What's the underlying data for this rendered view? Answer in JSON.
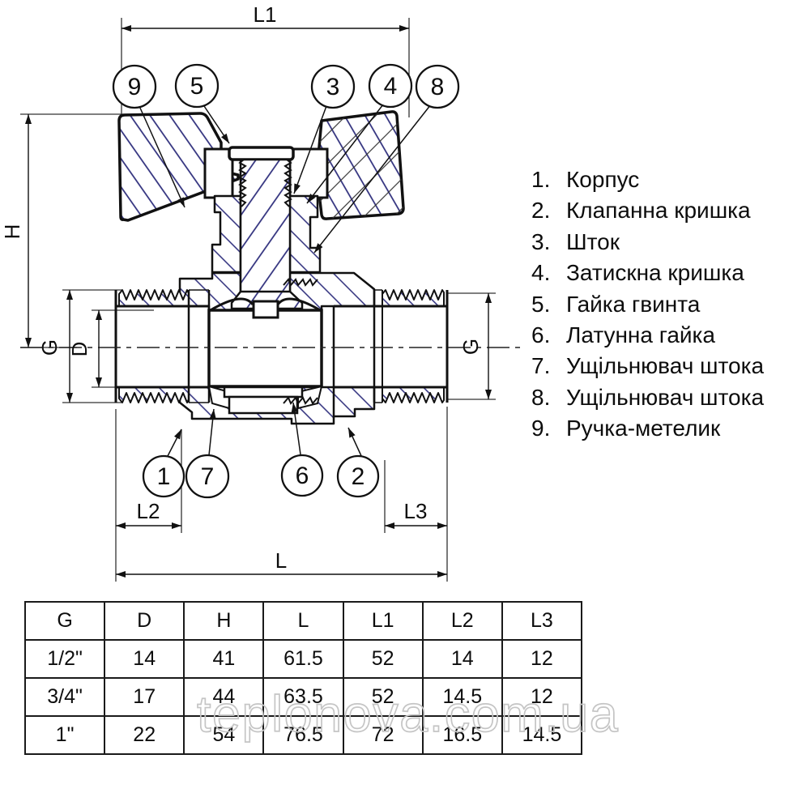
{
  "drawing": {
    "dims": {
      "l1": "L1",
      "h": "H",
      "g_left": "G",
      "d": "D",
      "g_right": "G",
      "l2": "L2",
      "l3": "L3",
      "l": "L"
    },
    "callouts": {
      "c9": "9",
      "c5": "5",
      "c3": "3",
      "c4": "4",
      "c8": "8",
      "c1": "1",
      "c7": "7",
      "c6": "6",
      "c2": "2"
    }
  },
  "legend": {
    "items": [
      {
        "num": "1.",
        "label": "Корпус"
      },
      {
        "num": "2.",
        "label": "Клапанна кришка"
      },
      {
        "num": "3.",
        "label": "Шток"
      },
      {
        "num": "4.",
        "label": "Затискна кришка"
      },
      {
        "num": "5.",
        "label": "Гайка гвинта"
      },
      {
        "num": "6.",
        "label": "Латунна гайка"
      },
      {
        "num": "7.",
        "label": "Ущільнювач штока"
      },
      {
        "num": "8.",
        "label": "Ущільнювач штока"
      },
      {
        "num": "9.",
        "label": "Ручка-метелик"
      }
    ]
  },
  "table": {
    "headers": [
      "G",
      "D",
      "H",
      "L",
      "L1",
      "L2",
      "L3"
    ],
    "rows": [
      [
        "1/2\"",
        "14",
        "41",
        "61.5",
        "52",
        "14",
        "12"
      ],
      [
        "3/4\"",
        "17",
        "44",
        "63.5",
        "52",
        "14.5",
        "12"
      ],
      [
        "1\"",
        "22",
        "54",
        "76.5",
        "72",
        "16.5",
        "14.5"
      ]
    ]
  },
  "watermark": {
    "text": "teplonova.com.ua"
  },
  "colors": {
    "outline": "#111111",
    "hatch_navy": "#2b2b7a",
    "dim_line": "#333333",
    "watermark": "#c5c5c5"
  }
}
